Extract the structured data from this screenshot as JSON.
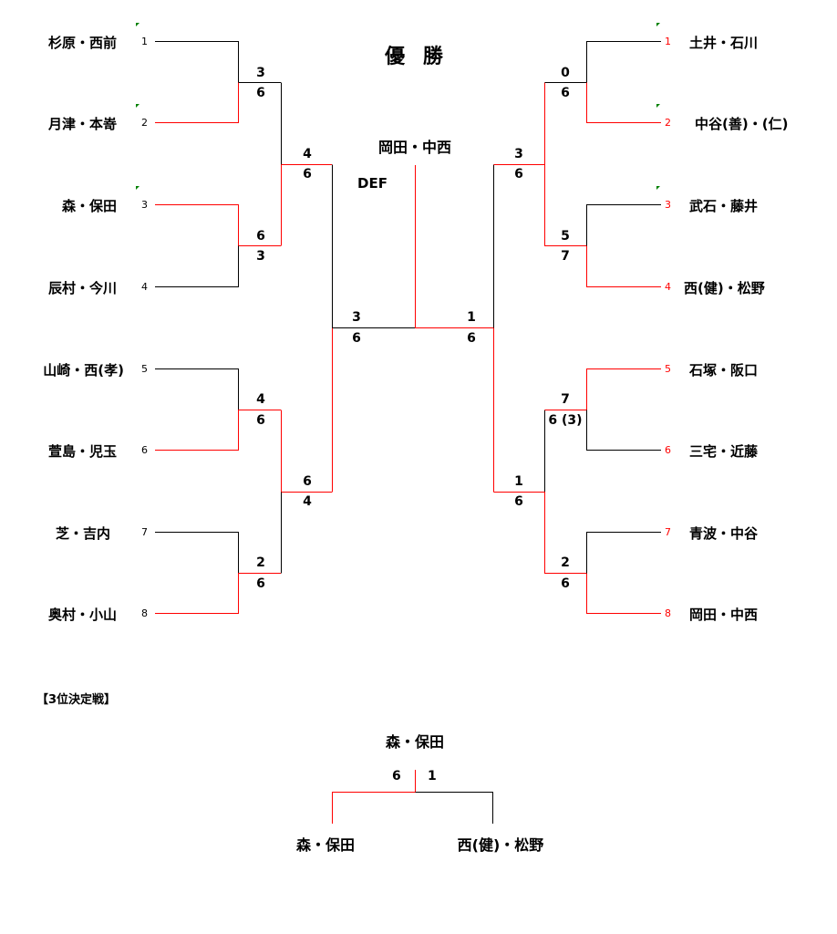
{
  "title": "優 勝",
  "champion": "岡田・中西",
  "def_label": "DEF",
  "left_teams": [
    {
      "seed": "1",
      "name": "杉原・西前"
    },
    {
      "seed": "2",
      "name": "月津・本嵜"
    },
    {
      "seed": "3",
      "name": "森・保田"
    },
    {
      "seed": "4",
      "name": "辰村・今川"
    },
    {
      "seed": "5",
      "name": "山崎・西(孝)"
    },
    {
      "seed": "6",
      "name": "萱島・児玉"
    },
    {
      "seed": "7",
      "name": "芝・吉内"
    },
    {
      "seed": "8",
      "name": "奥村・小山"
    }
  ],
  "right_teams": [
    {
      "seed": "1",
      "name": "土井・石川"
    },
    {
      "seed": "2",
      "name": "中谷(善)・(仁)"
    },
    {
      "seed": "3",
      "name": "武石・藤井"
    },
    {
      "seed": "4",
      "name": "西(健)・松野"
    },
    {
      "seed": "5",
      "name": "石塚・阪口"
    },
    {
      "seed": "6",
      "name": "三宅・近藤"
    },
    {
      "seed": "7",
      "name": "青波・中谷"
    },
    {
      "seed": "8",
      "name": "岡田・中西"
    }
  ],
  "scores": {
    "l1a": [
      "3",
      "6"
    ],
    "l1b": [
      "6",
      "3"
    ],
    "l1c": [
      "4",
      "6"
    ],
    "l1d": [
      "2",
      "6"
    ],
    "l2a": [
      "4",
      "6"
    ],
    "l2b": [
      "6",
      "4"
    ],
    "l3": [
      "3",
      "6"
    ],
    "r1a": [
      "0",
      "6"
    ],
    "r1b": [
      "5",
      "7"
    ],
    "r1c": [
      "7",
      "6 (3)"
    ],
    "r1d": [
      "2",
      "6"
    ],
    "r2a": [
      "3",
      "6"
    ],
    "r2b": [
      "1",
      "6"
    ],
    "r3": [
      "1",
      "6"
    ]
  },
  "third_place": {
    "heading": "【3位決定戦】",
    "winner": "森・保田",
    "left_team": "森・保田",
    "right_team": "西(健)・松野",
    "left_score": "6",
    "right_score": "1"
  },
  "colors": {
    "win": "#ff0000",
    "lose": "#000000",
    "mark": "#008000"
  }
}
